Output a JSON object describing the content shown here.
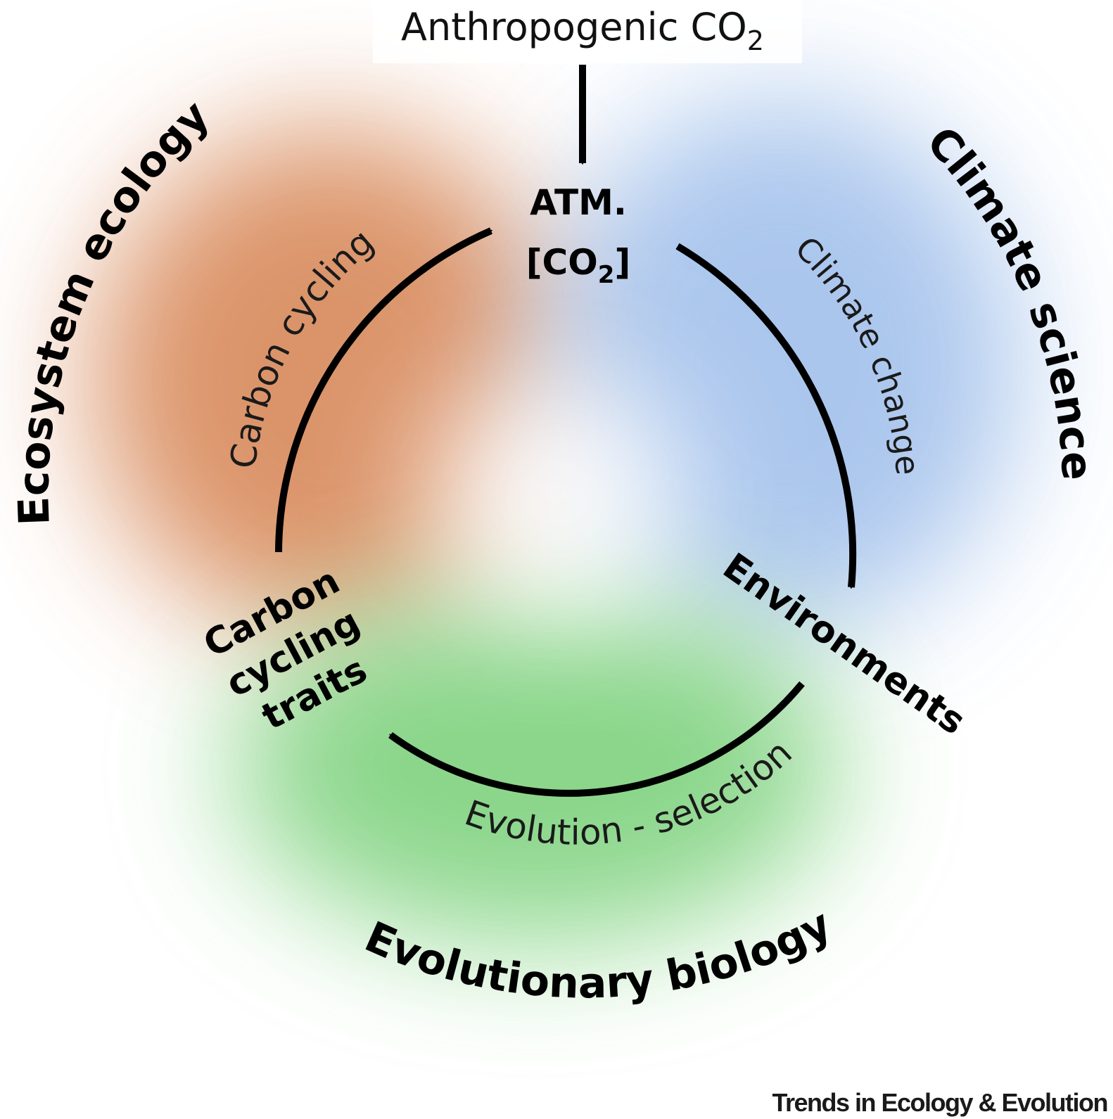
{
  "input_label": {
    "text": "Anthropogenic CO",
    "subscript": "2"
  },
  "nodes": {
    "atm": {
      "line1": "ATM.",
      "line2_open": "[CO",
      "line2_sub": "2",
      "line2_close": "]"
    },
    "environments": "Environments",
    "traits": {
      "line1": "Carbon",
      "line2": "cycling",
      "line3": "traits"
    }
  },
  "processes": {
    "climate_change": "Climate change",
    "evolution_selection": "Evolution - selection",
    "carbon_cycling": "Carbon cycling"
  },
  "disciplines": {
    "ecosystem_ecology": "Ecosystem ecology",
    "climate_science": "Climate science",
    "evolutionary_biology": "Evolutionary biology"
  },
  "colors": {
    "ecosystem": "#d8895a",
    "climate": "#9dbdea",
    "evolution": "#7fd27f",
    "arrow": "#000000"
  },
  "footer": "Trends in Ecology & Evolution"
}
